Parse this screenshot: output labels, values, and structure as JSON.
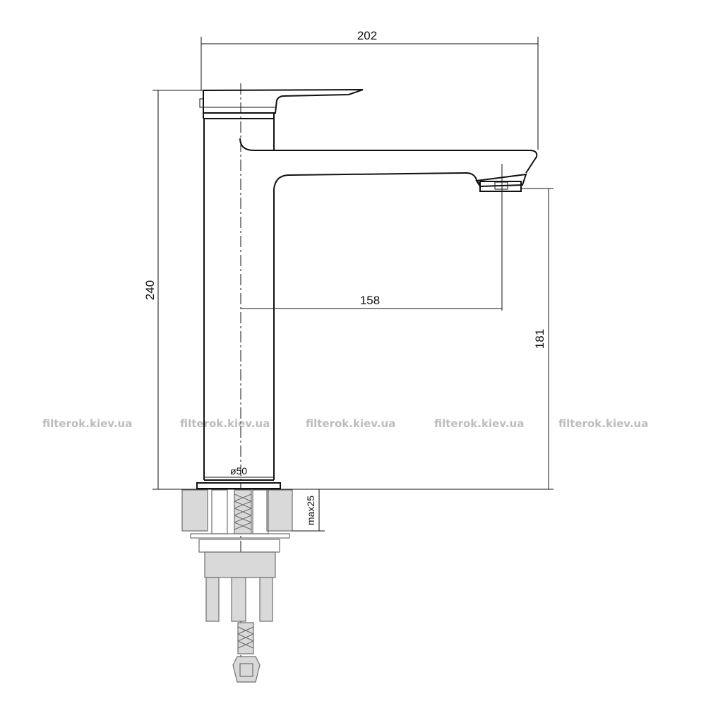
{
  "dimensions": {
    "width_total": "202",
    "height_total": "240",
    "spout_reach": "158",
    "spout_height": "181",
    "base_diameter": "ø50",
    "max_countertop": "max25"
  },
  "watermark": {
    "text": "filterok.kiev.ua"
  },
  "colors": {
    "line": "#111111",
    "install_parts": "#6e6e6e",
    "watermark": "#bdbdbd"
  }
}
